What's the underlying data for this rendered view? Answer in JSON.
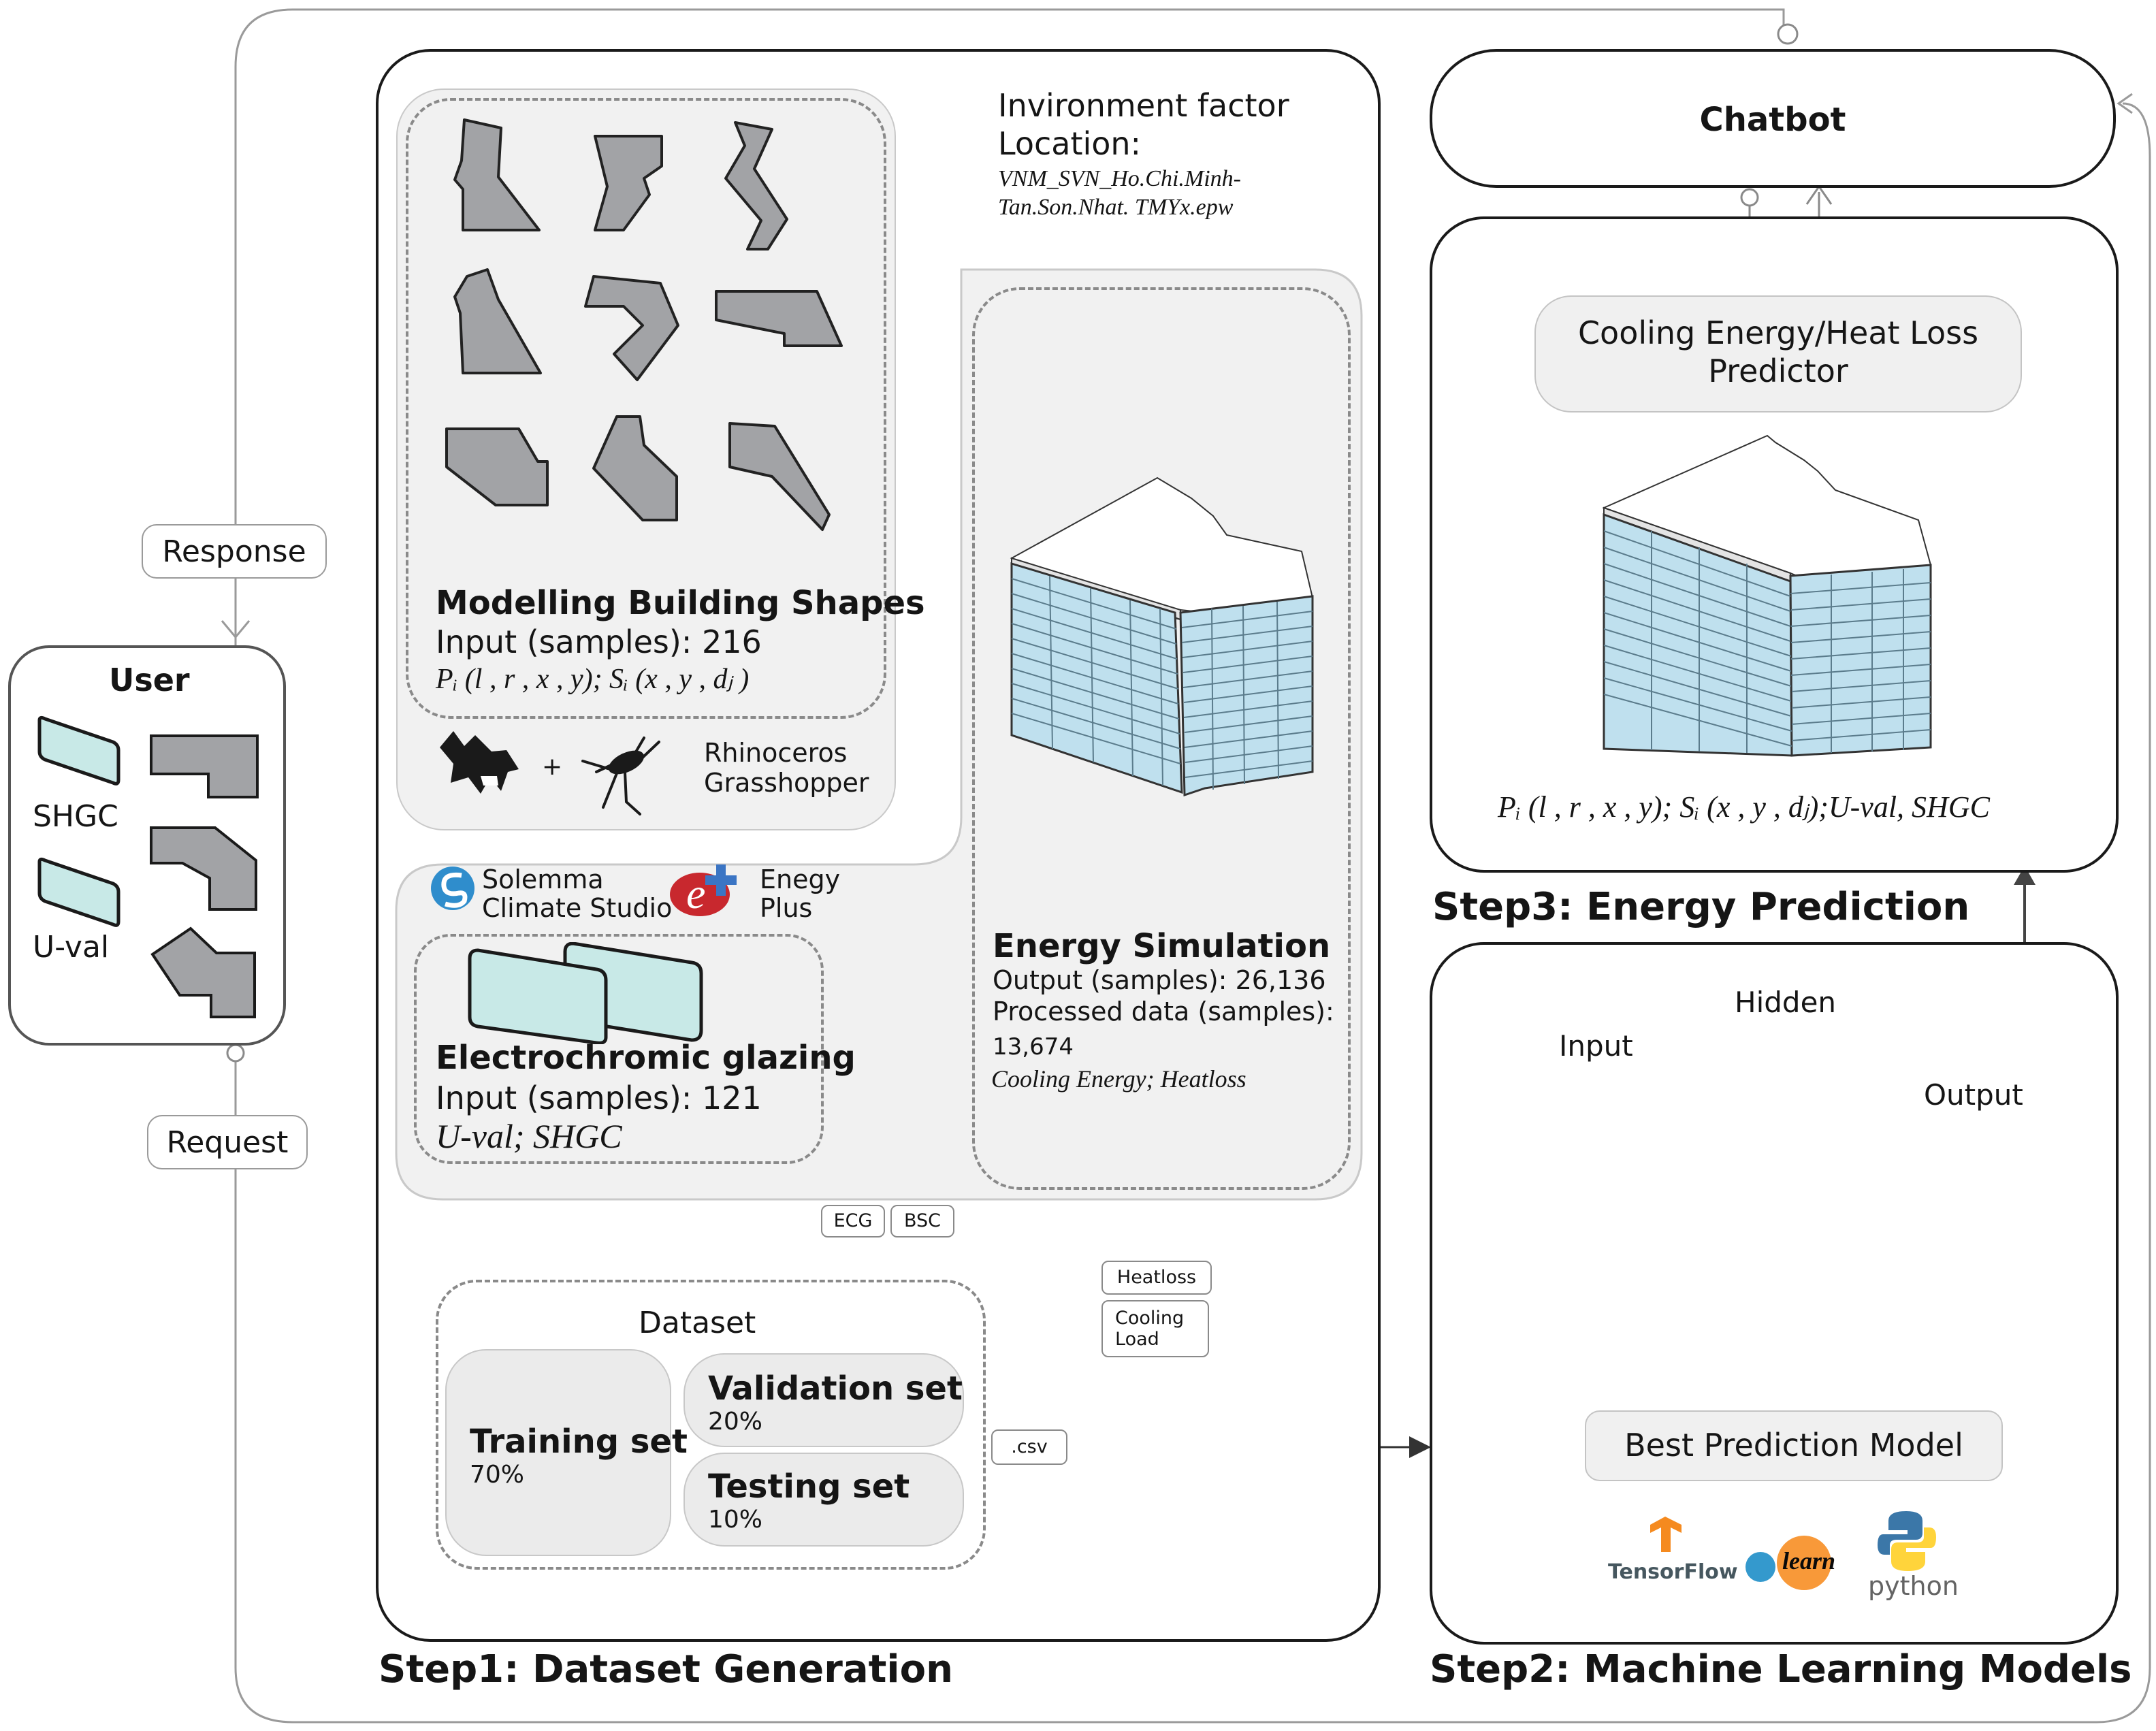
{
  "chatbot": {
    "label": "Chatbot"
  },
  "predictor": {
    "label_line1": "Cooling Energy/Heat Loss",
    "label_line2": "Predictor"
  },
  "step3": {
    "title": "Step3: Energy Prediction",
    "formula": "Pᵢ (l , r , x , y); Sᵢ  (x , y , dⱼ);U-val, SHGC"
  },
  "step2": {
    "title": "Step2: Machine Learning Models",
    "nn_input": "Input",
    "nn_hidden": "Hidden",
    "nn_output": "Output",
    "best_model": "Best Prediction Model",
    "logos": {
      "tensorflow": "TensorFlow",
      "sklearn": "learn",
      "python": "python"
    }
  },
  "step1": {
    "title": "Step1: Dataset Generation",
    "environment": {
      "title": "Invironment factor",
      "location_label": "Location:",
      "file_line1": "VNM_SVN_Ho.Chi.Minh-",
      "file_line2": "Tan.Son.Nhat. TMYx.epw"
    },
    "shapes": {
      "title": "Modelling Building Shapes",
      "input": "Input (samples): 216",
      "formula": "Pᵢ (l , r , x , y); Sᵢ  (x , y , dⱼ )"
    },
    "tools_rhino": {
      "line1": "Rhinoceros",
      "line2": "Grasshopper",
      "plus": "+"
    },
    "tools_energy": {
      "solemma_line1": "Solemma",
      "solemma_line2": "Climate Studio",
      "energyplus_line1": "Enegy",
      "energyplus_line2": "Plus"
    },
    "glazing": {
      "title": "Electrochromic glazing",
      "input": "Input (samples): 121",
      "formula": "U-val; SHGC"
    },
    "simulation": {
      "title": "Energy Simulation",
      "output": "Output (samples): 26,136",
      "processed": "Processed data (samples):",
      "processed_value": "13,674",
      "outputs": "Cooling Energy; Heatloss"
    },
    "tags": {
      "ecg": "ECG",
      "bsc": "BSC",
      "heatloss": "Heatloss",
      "cooling": "Cooling Load",
      "csv": ".csv"
    },
    "dataset": {
      "title": "Dataset",
      "training": {
        "label": "Training set",
        "pct": "70%"
      },
      "validation": {
        "label": "Validation set",
        "pct": "20%"
      },
      "testing": {
        "label": "Testing set",
        "pct": "10%"
      }
    }
  },
  "user": {
    "title": "User",
    "shgc": "SHGC",
    "uval": "U-val"
  },
  "flow": {
    "response": "Response",
    "request": "Request"
  },
  "colors": {
    "glazing": "#c8e9e7",
    "shape_grey": "#a2a3a6",
    "neuron": "#f8c994",
    "panel_grey": "#f1f1f1",
    "window_blue": "#bfe0ee"
  }
}
